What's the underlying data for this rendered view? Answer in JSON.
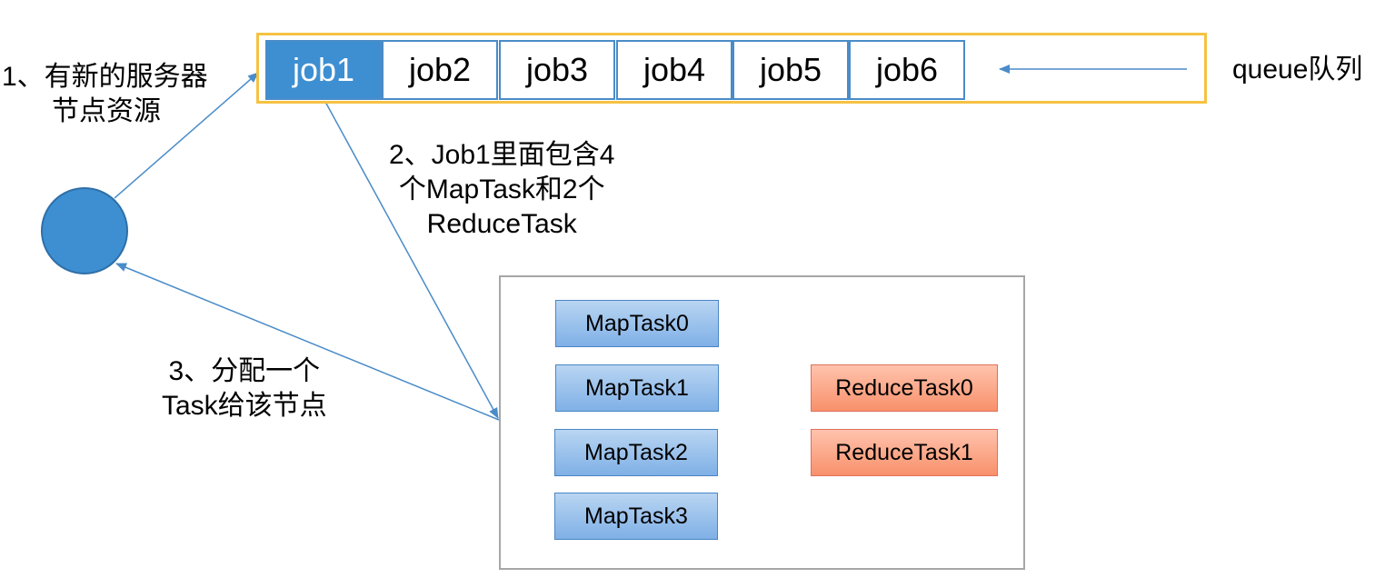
{
  "queue": {
    "jobs": [
      "job1",
      "job2",
      "job3",
      "job4",
      "job5",
      "job6"
    ],
    "label": "queue队列"
  },
  "steps": {
    "step1": [
      "1、有新的服务器",
      "节点资源"
    ],
    "step2": [
      "2、Job1里面包含4",
      "个MapTask和2个",
      "ReduceTask"
    ],
    "step3": [
      "3、分配一个",
      "Task给该节点"
    ]
  },
  "tasks": {
    "map": [
      "MapTask0",
      "MapTask1",
      "MapTask2",
      "MapTask3"
    ],
    "reduce": [
      "ReduceTask0",
      "ReduceTask1"
    ]
  },
  "colors": {
    "node": "#3d8fd1",
    "queue_border": "#f5c242",
    "arrow": "#4a8cc8",
    "map_task": "#9cc3ec",
    "reduce_task": "#fba385"
  }
}
